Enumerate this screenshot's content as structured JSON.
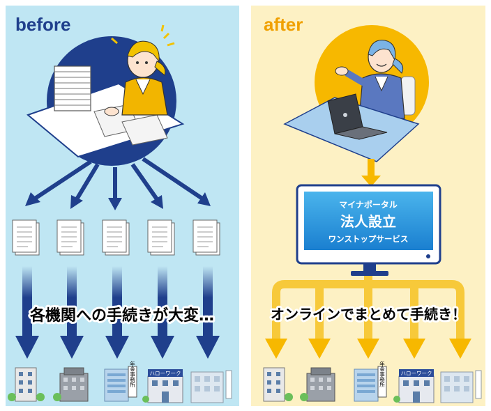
{
  "before": {
    "title": "before",
    "caption": "各機関への手続きが大変…",
    "colors": {
      "panel": "#bfe6f3",
      "circle": "#1f3f8c",
      "arrow": "#1f3f8c",
      "title": "#1f3f8c"
    }
  },
  "after": {
    "title": "after",
    "caption": "オンラインでまとめて手続き！",
    "colors": {
      "panel": "#fdf1c4",
      "circle": "#f7b800",
      "arrow": "#f7b800",
      "title": "#f0a000"
    },
    "monitor": {
      "line1": "マイナポータル",
      "line2": "法人設立",
      "line3": "ワンストップサービス"
    }
  },
  "buildings": {
    "pension_sign": "年金事務所",
    "hellowork_sign": "ハローワーク"
  }
}
